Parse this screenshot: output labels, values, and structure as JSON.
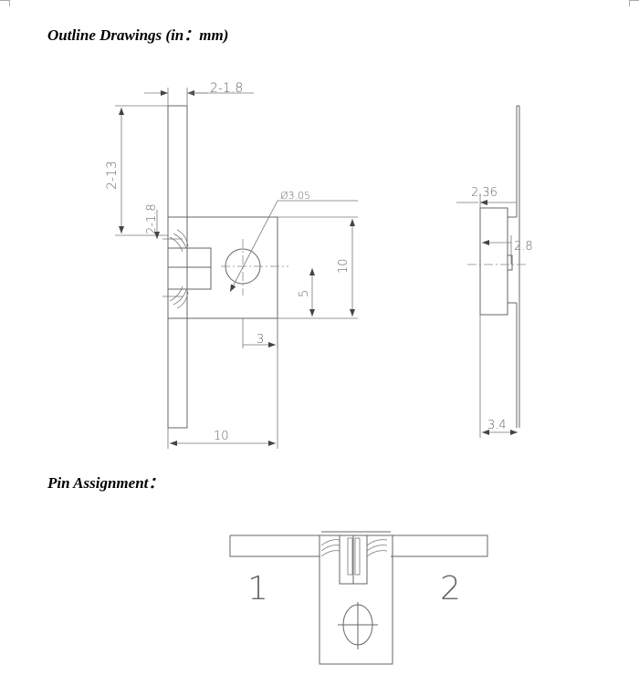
{
  "headings": {
    "outline": "Outline Drawings (in：mm)",
    "pins": "Pin Assignment："
  },
  "dimensions": {
    "lead_width": "2-1.8",
    "lead_length": "2-13",
    "lead_offset": "2-1.8",
    "hole": "Ø3.05",
    "body_height": "10",
    "hole_center_y": "5",
    "hole_center_x": "3",
    "body_width": "10",
    "side_total": "2.36",
    "side_flange": "2.8",
    "side_base": "3.4"
  },
  "pins": {
    "pin1": "1",
    "pin2": "2"
  }
}
